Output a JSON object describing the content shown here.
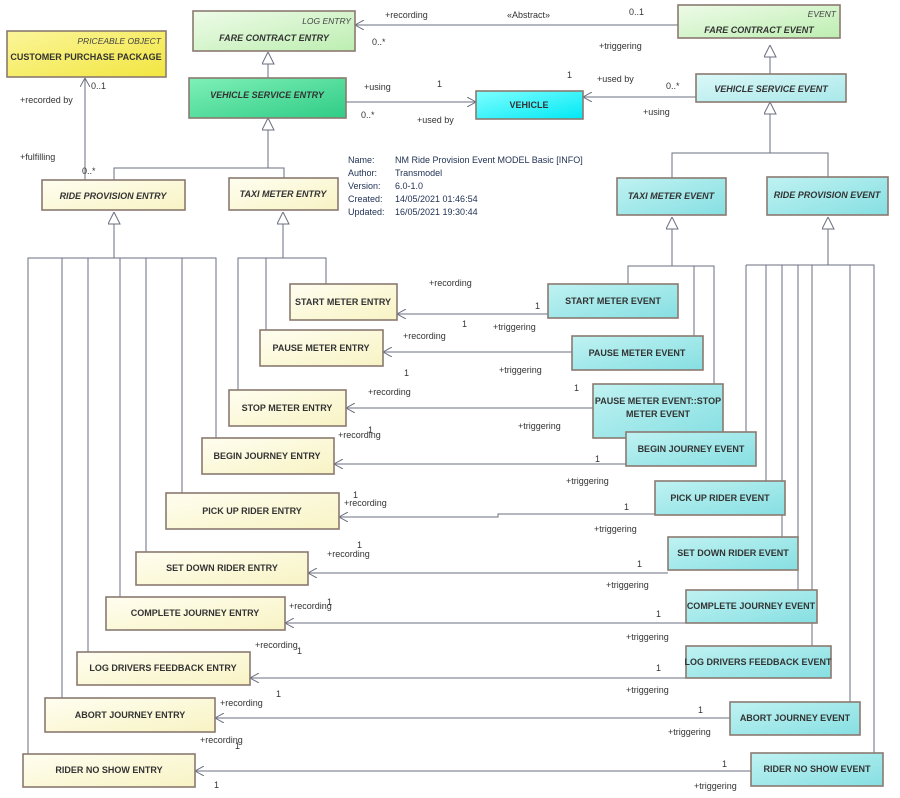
{
  "info": {
    "name_label": "Name:",
    "name_value": "NM Ride Provision Event MODEL Basic [INFO]",
    "author_label": "Author:",
    "author_value": "Transmodel",
    "version_label": "Version:",
    "version_value": "6.0-1.0",
    "created_label": "Created:",
    "created_value": "14/05/2021 01:46:54",
    "updated_label": "Updated:",
    "updated_value": "16/05/2021 19:30:44"
  },
  "boxes": {
    "customer_purchase_package": {
      "stereotype": "PRICEABLE OBJECT",
      "title": "CUSTOMER PURCHASE PACKAGE"
    },
    "fare_contract_entry": {
      "stereotype": "LOG ENTRY",
      "title": "FARE CONTRACT ENTRY"
    },
    "fare_contract_event": {
      "stereotype": "EVENT",
      "title": "FARE CONTRACT EVENT"
    },
    "vehicle_service_entry": {
      "title": "VEHICLE SERVICE ENTRY"
    },
    "vehicle": {
      "title": "VEHICLE"
    },
    "vehicle_service_event": {
      "title": "VEHICLE SERVICE EVENT"
    },
    "ride_provision_entry": {
      "title": "RIDE PROVISION ENTRY"
    },
    "taxi_meter_entry": {
      "title": "TAXI METER ENTRY"
    },
    "taxi_meter_event": {
      "title": "TAXI METER EVENT"
    },
    "ride_provision_event": {
      "title": "RIDE PROVISION EVENT"
    },
    "start_meter_entry": {
      "title": "START METER ENTRY"
    },
    "start_meter_event": {
      "title": "START METER EVENT"
    },
    "pause_meter_entry": {
      "title": "PAUSE METER ENTRY"
    },
    "pause_meter_event": {
      "title": "PAUSE METER EVENT"
    },
    "stop_meter_entry": {
      "title": "STOP METER ENTRY"
    },
    "stop_meter_event": {
      "title_line1": "PAUSE METER EVENT::STOP",
      "title_line2": "METER EVENT"
    },
    "begin_journey_entry": {
      "title": "BEGIN JOURNEY ENTRY"
    },
    "begin_journey_event": {
      "title": "BEGIN JOURNEY EVENT"
    },
    "pick_up_rider_entry": {
      "title": "PICK UP RIDER ENTRY"
    },
    "pick_up_rider_event": {
      "title": "PICK UP RIDER EVENT"
    },
    "set_down_rider_entry": {
      "title": "SET DOWN RIDER ENTRY"
    },
    "set_down_rider_event": {
      "title": "SET DOWN RIDER EVENT"
    },
    "complete_journey_entry": {
      "title": "COMPLETE JOURNEY ENTRY"
    },
    "complete_journey_event": {
      "title": "COMPLETE JOURNEY EVENT"
    },
    "log_drivers_feedback_entry": {
      "title": "LOG DRIVERS FEEDBACK ENTRY"
    },
    "log_drivers_feedback_event": {
      "title": "LOG DRIVERS FEEDBACK EVENT"
    },
    "abort_journey_entry": {
      "title": "ABORT JOURNEY ENTRY"
    },
    "abort_journey_event": {
      "title": "ABORT JOURNEY EVENT"
    },
    "rider_no_show_entry": {
      "title": "RIDER NO SHOW ENTRY"
    },
    "rider_no_show_event": {
      "title": "RIDER NO SHOW EVENT"
    }
  },
  "labels": {
    "recorded_by": "+recorded by",
    "m_0_1_cpp": "0..1",
    "fulfilling": "+fulfilling",
    "m_0_star_rpe": "0..*",
    "fce_recording": "+recording",
    "abstract": "«Abstract»",
    "m_0_1_fce": "0..1",
    "m_0_star_fce": "0..*",
    "fce_triggering": "+triggering",
    "using_left": "+using",
    "m_1_vehicle_left": "1",
    "m_0_star_vse": "0..*",
    "used_by_left": "+used by",
    "m_1_vehicle_right": "1",
    "used_by_right": "+used by",
    "m_0_star_vsev": "0..*",
    "using_right": "+using",
    "start_recording": "+recording",
    "start_m1_event": "1",
    "start_m1_entry": "1",
    "start_triggering": "+triggering",
    "pause_recording": "+recording",
    "pause_m1_entry": "1",
    "pause_triggering": "+triggering",
    "stop_recording": "+recording",
    "stop_m1_event": "1",
    "stop_m1_entry": "1",
    "stop_triggering": "+triggering",
    "begin_recording": "+recording",
    "begin_m1_event": "1",
    "begin_triggering": "+triggering",
    "pickup_m1_entry": "1",
    "pickup_recording": "+recording",
    "pickup_m1_event": "1",
    "pickup_triggering": "+triggering",
    "setdown_m1_entry": "1",
    "setdown_recording": "+recording",
    "setdown_m1_event": "1",
    "setdown_triggering": "+triggering",
    "complete_recording": "+recording",
    "complete_m1_entry": "1",
    "complete_m1_event": "1",
    "complete_triggering": "+triggering",
    "feedback_recording": "+recording",
    "feedback_m1_entry": "1",
    "feedback_m1_event": "1",
    "feedback_triggering": "+triggering",
    "abort_m1_entry": "1",
    "abort_recording": "+recording",
    "abort_m1_event": "1",
    "abort_triggering": "+triggering",
    "noshow_recording": "+recording",
    "noshow_m1_top": "1",
    "noshow_m1_entry": "1",
    "noshow_m1_event": "1",
    "noshow_triggering": "+triggering"
  },
  "colors": {
    "yellow_dark": "#f5ec5c",
    "green_light": "#d4f4cc",
    "green_mid": "#46d694",
    "cyan": "#00ffff",
    "teal_light": "#bdf0f0",
    "teal": "#9be8e8",
    "cream": "#fdfad8",
    "line": "#6b6f80"
  }
}
